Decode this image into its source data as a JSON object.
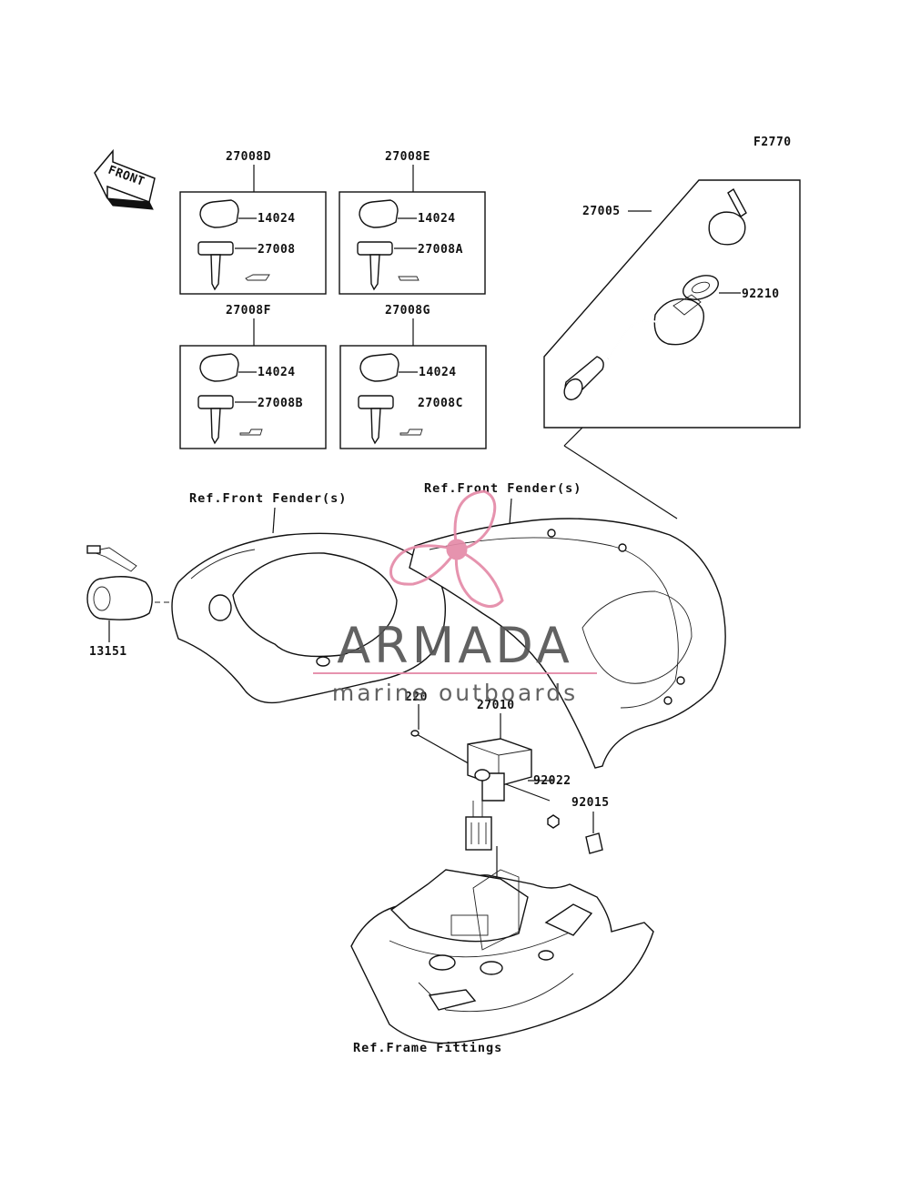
{
  "figure_code": "F2770",
  "front_arrow_label": "FRONT",
  "key_sets": [
    {
      "id": "27008D",
      "cap": "14024",
      "key": "27008"
    },
    {
      "id": "27008E",
      "cap": "14024",
      "key": "27008A"
    },
    {
      "id": "27008F",
      "cap": "14024",
      "key": "27008B"
    },
    {
      "id": "27008G",
      "cap": "14024",
      "key": "27008C"
    }
  ],
  "ignition_assembly": {
    "id": "27005",
    "ring": "92210"
  },
  "parts": {
    "plug": "13151",
    "bolt": "220",
    "switch": "27010",
    "nut": "92022",
    "clip": "92015"
  },
  "refs": {
    "fender_left": "Ref.Front Fender(s)",
    "fender_right": "Ref.Front Fender(s)",
    "frame": "Ref.Frame Fittings"
  },
  "watermark": {
    "brand": "ARMADA",
    "tagline": "marine outboards",
    "color": "#e48aa8"
  }
}
